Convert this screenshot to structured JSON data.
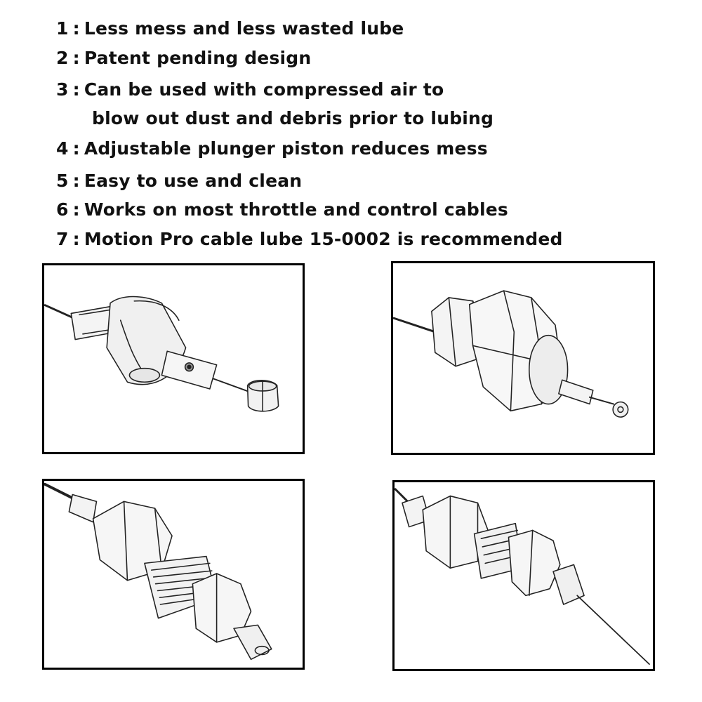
{
  "features": [
    {
      "num": "1",
      "text": "Less mess and less wasted lube"
    },
    {
      "num": "2",
      "text": "Patent pending design"
    },
    {
      "num": "3",
      "text": "Can be used with compressed air to",
      "continuation": "blow out dust and debris prior to lubing"
    },
    {
      "num": "4",
      "text": "Adjustable plunger piston reduces mess"
    },
    {
      "num": "5",
      "text": "Easy to use and clean"
    },
    {
      "num": "6",
      "text": "Works on most throttle and control cables"
    },
    {
      "num": "7",
      "text": "Motion Pro cable lube 15-0002 is recommended"
    }
  ],
  "separator": ":",
  "panels": [
    {
      "name": "panel-cone-lubricator",
      "illustration": "cable-lubricator-cone-icon"
    },
    {
      "name": "panel-hex-lubricator",
      "illustration": "cable-lubricator-hex-icon"
    },
    {
      "name": "panel-threaded-lubricator",
      "illustration": "cable-lubricator-threaded-icon"
    },
    {
      "name": "panel-assembled-lubricator",
      "illustration": "cable-lubricator-assembled-icon"
    }
  ]
}
